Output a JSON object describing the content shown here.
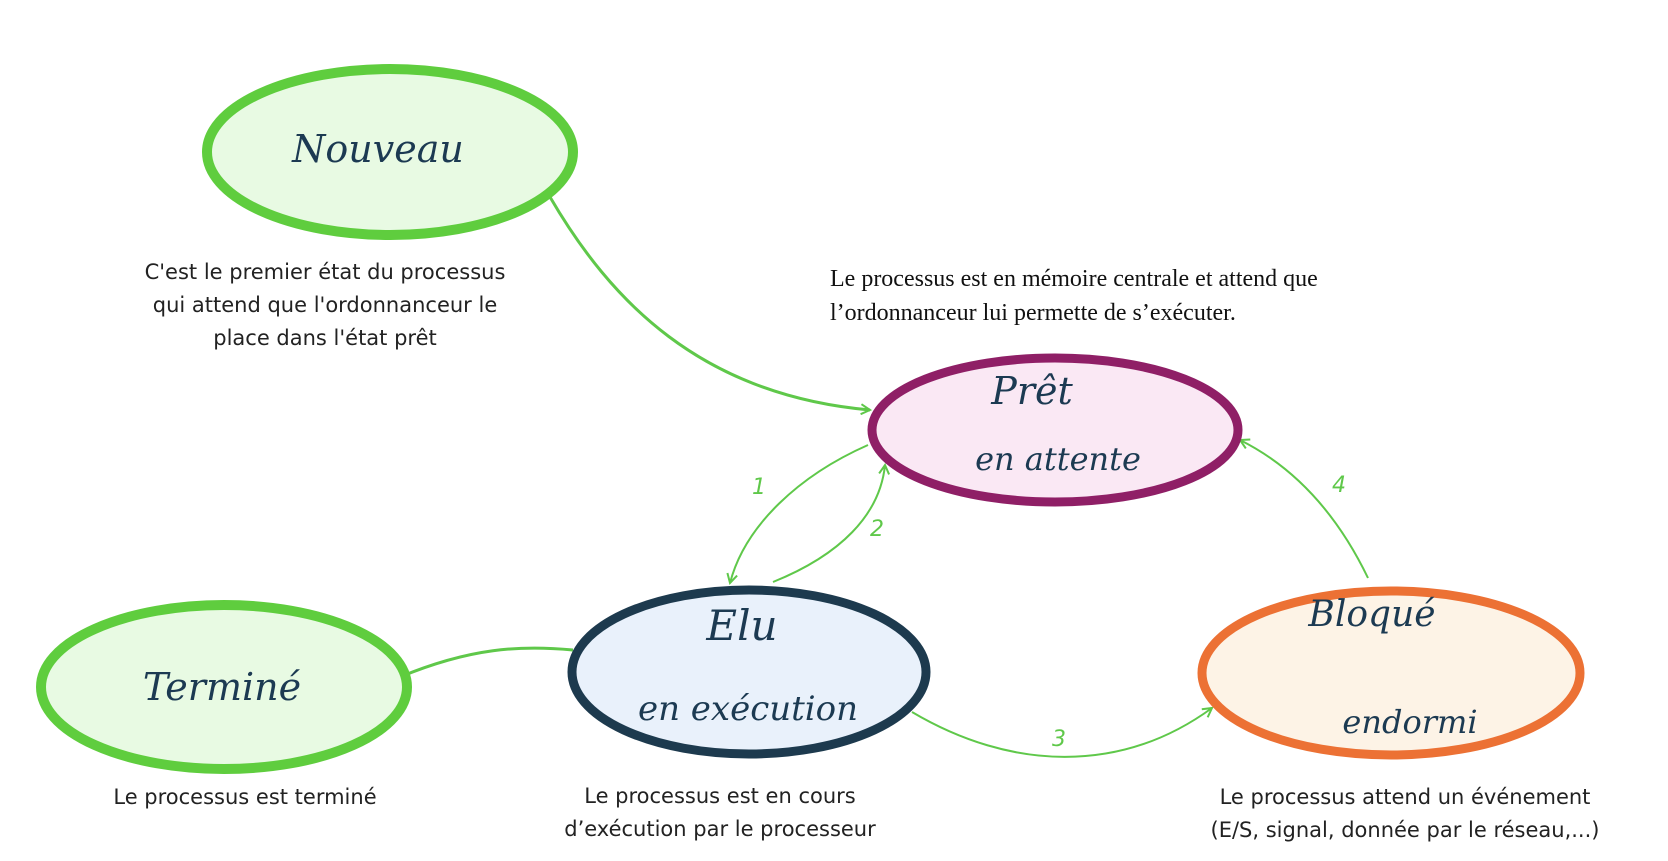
{
  "states": {
    "nouveau": {
      "label": "Nouveau",
      "fill": "#e8fae3",
      "stroke": "#5fcd3e"
    },
    "pret": {
      "label": "Prêt",
      "sublabel": "en attente",
      "fill": "#fae8f4",
      "stroke": "#8f1f66"
    },
    "elu": {
      "label": "Elu",
      "sublabel": "en exécution",
      "fill": "#e9f1fb",
      "stroke": "#1d3a4e"
    },
    "termine": {
      "label": "Terminé",
      "fill": "#e8fae3",
      "stroke": "#5fcd3e"
    },
    "bloque": {
      "label": "Bloqué",
      "sublabel": "endormi",
      "fill": "#fdf3e6",
      "stroke": "#ec7134"
    }
  },
  "edges": {
    "e1": "1",
    "e2": "2",
    "e3": "3",
    "e4": "4",
    "color": "#5fc84a"
  },
  "captions": {
    "nouveau": [
      "C'est le premier état du processus",
      "qui attend que l'ordonnanceur le",
      "place dans l'état prêt"
    ],
    "pret": [
      "Le processus est en mémoire centrale et attend que",
      "l’ordonnanceur lui permette de s’exécuter."
    ],
    "termine": [
      "Le processus est terminé"
    ],
    "elu": [
      "Le processus est en cours",
      "d’exécution par le processeur"
    ],
    "bloque": [
      "Le processus attend un événement",
      "(E/S, signal, donnée par le réseau,...)"
    ]
  }
}
